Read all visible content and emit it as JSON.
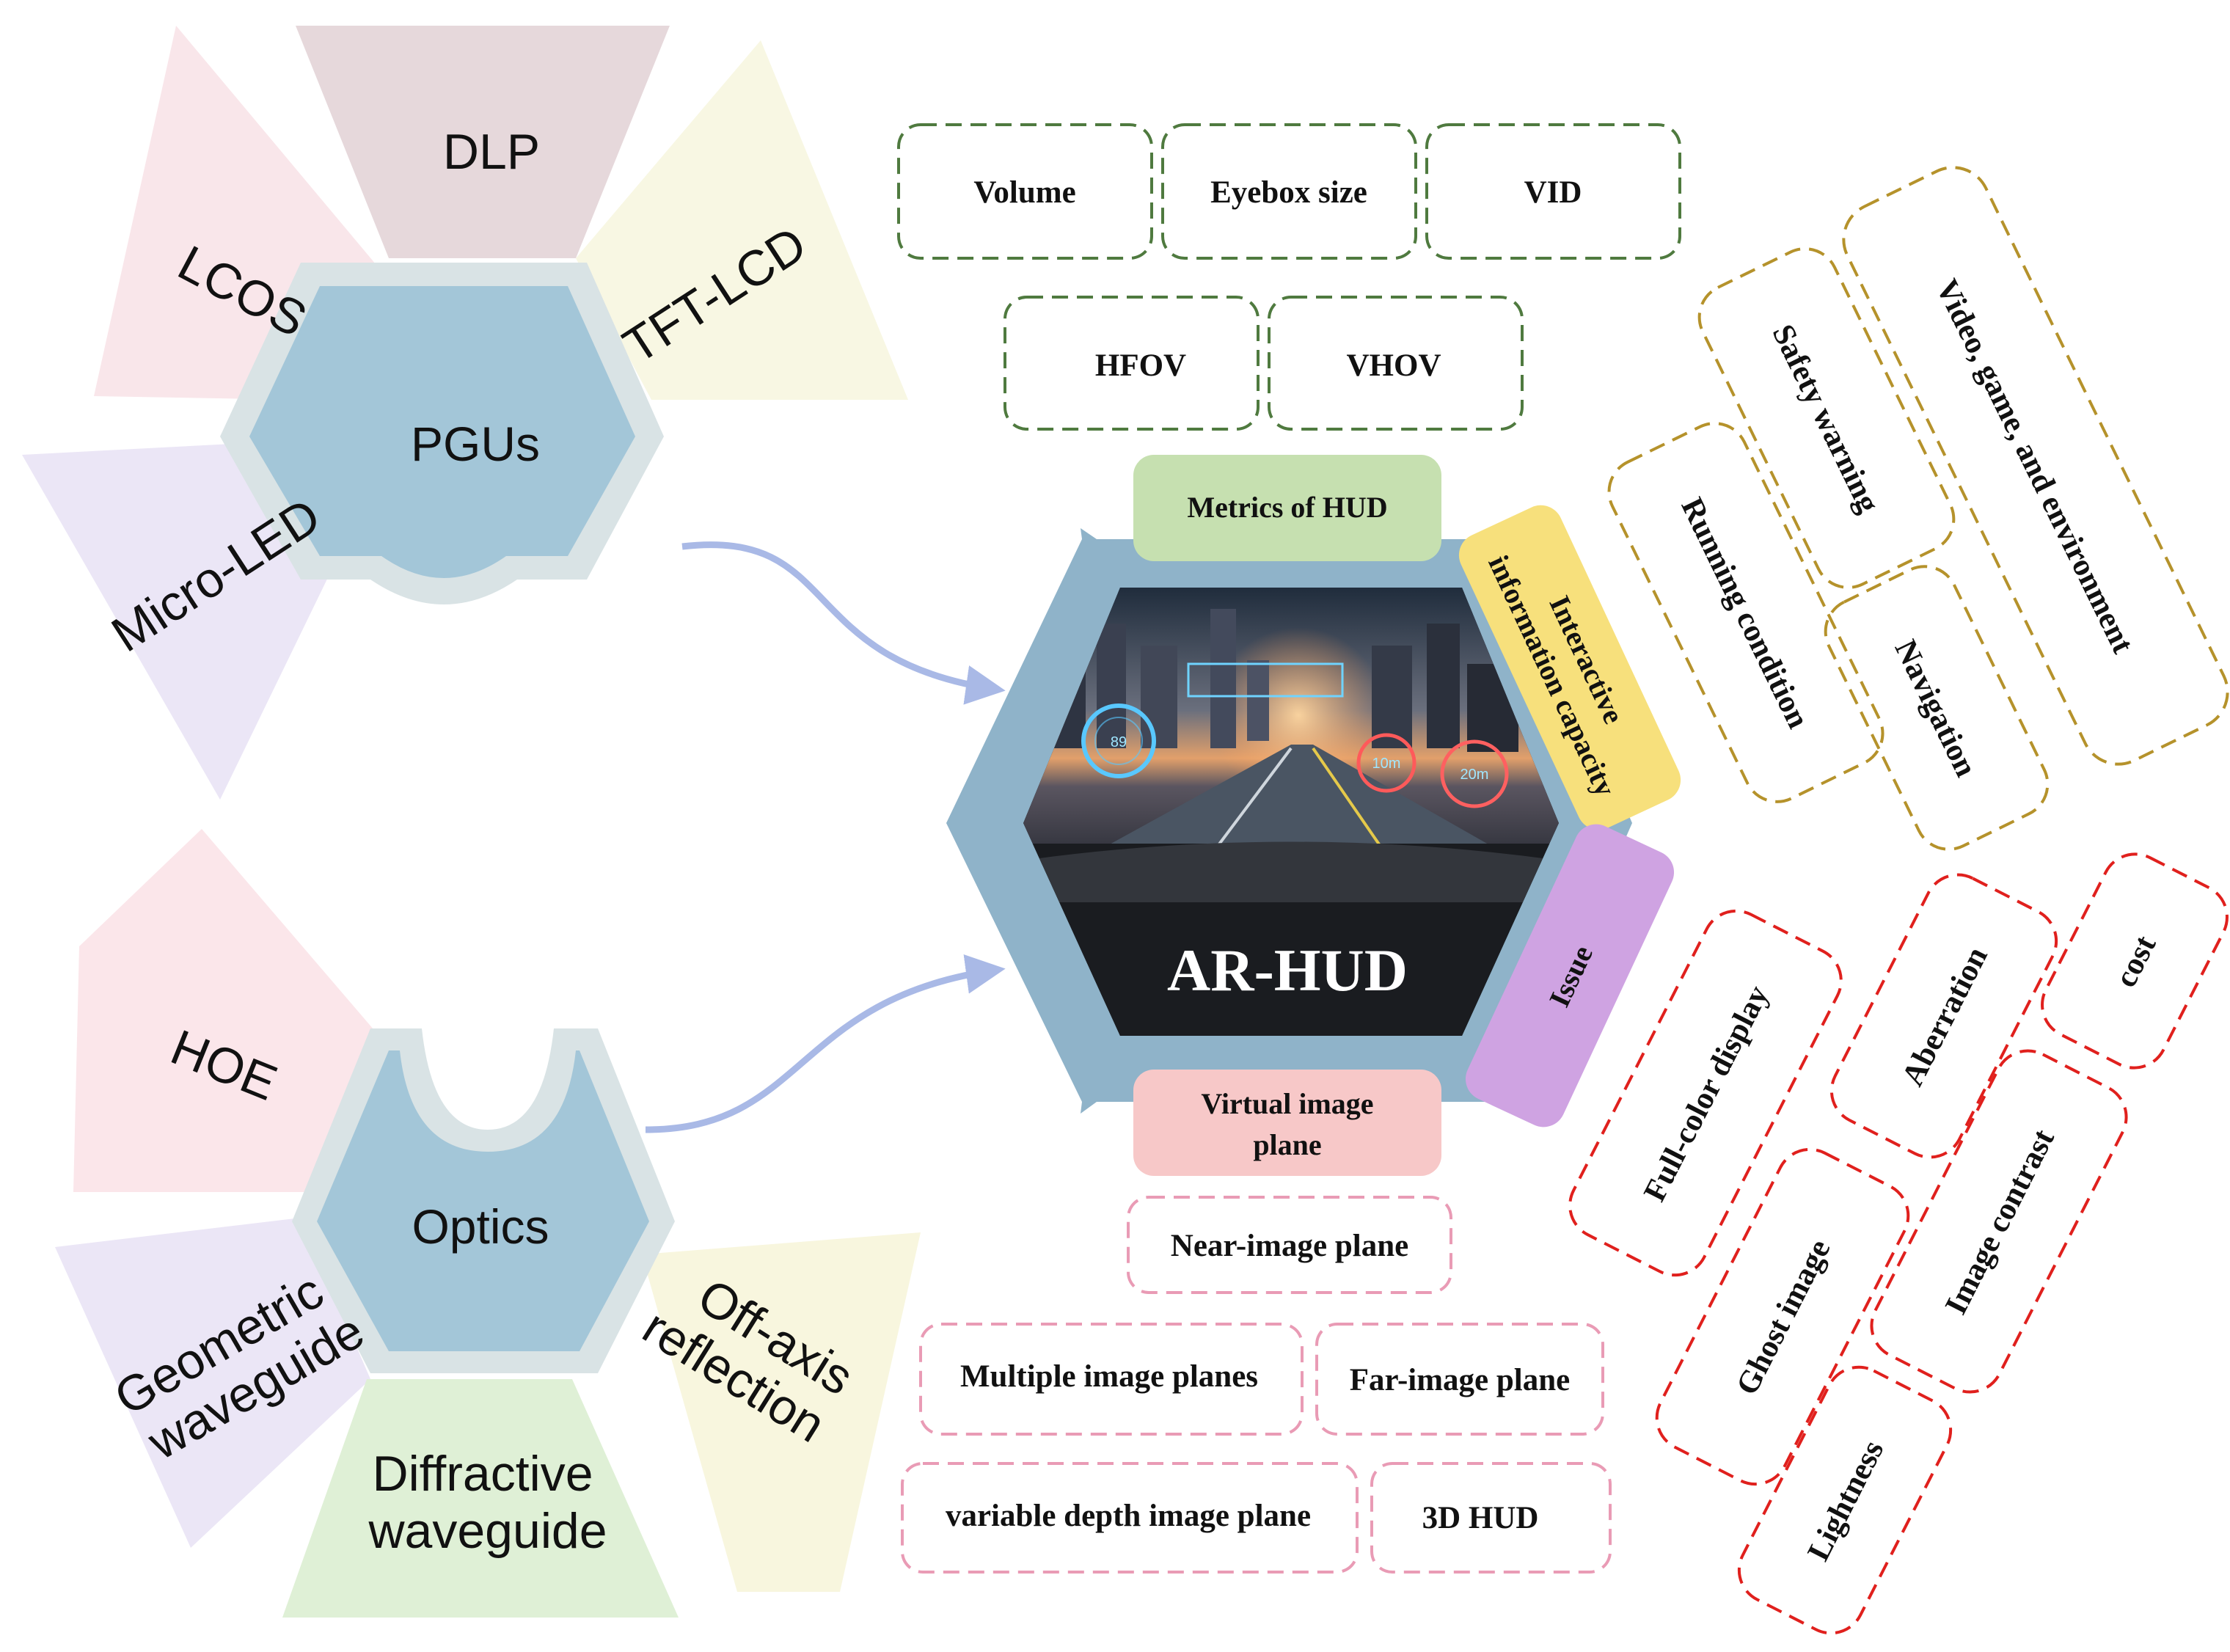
{
  "pgu_cluster": {
    "hub": "PGUs",
    "petals": {
      "dlp": "DLP",
      "lcos": "LCOS",
      "tft_lcd": "TFT-LCD",
      "micro_led": "Micro-LED"
    }
  },
  "optics_cluster": {
    "hub": "Optics",
    "petals": {
      "hoe": "HOE",
      "geometric_1": "Geometric",
      "geometric_2": "waveguide",
      "diffractive_1": "Diffractive",
      "diffractive_2": "waveguide",
      "offaxis_1": "Off-axis",
      "offaxis_2": "reflection"
    }
  },
  "center": {
    "title": "AR-HUD",
    "hud_readouts": {
      "speed": "89",
      "distance_1": "10m",
      "distance_2": "20m"
    }
  },
  "tabs": {
    "metrics": "Metrics of HUD",
    "interactive_1": "Interactive",
    "interactive_2": "information capacity",
    "issue": "Issue",
    "virtual_1": "Virtual image",
    "virtual_2": "plane"
  },
  "metrics_boxes": {
    "volume": "Volume",
    "eyebox": "Eyebox size",
    "vid": "VID",
    "hfov": "HFOV",
    "vhov": "VHOV"
  },
  "interactive_boxes": {
    "safety": "Safety warning",
    "video": "Video, game, and environment",
    "running": "Running condition",
    "navigation": "Navigation"
  },
  "issue_boxes": {
    "fullcolor": "Full-color display",
    "aberration": "Aberration",
    "cost": "cost",
    "ghost": "Ghost image",
    "contrast": "Image contrast",
    "lightness": "Lightness"
  },
  "plane_boxes": {
    "near": "Near-image plane",
    "multiple": "Multiple image planes",
    "far": "Far-image plane",
    "variable": "variable depth image plane",
    "hud3d": "3D HUD"
  },
  "colors": {
    "hub": "#a3c6d8",
    "hub_border": "#d9e3e5",
    "metrics_dash": "#4f7a3f",
    "interactive_dash": "#b5922b",
    "issue_dash": "#e0201d",
    "plane_dash": "#e99bb5",
    "arrow": "#a9b9e6",
    "metrics_tab": "#c6e0b0",
    "interactive_tab": "#f7e07c",
    "issue_tab": "#cfa3e2",
    "virtual_tab": "#f7c8c8"
  }
}
